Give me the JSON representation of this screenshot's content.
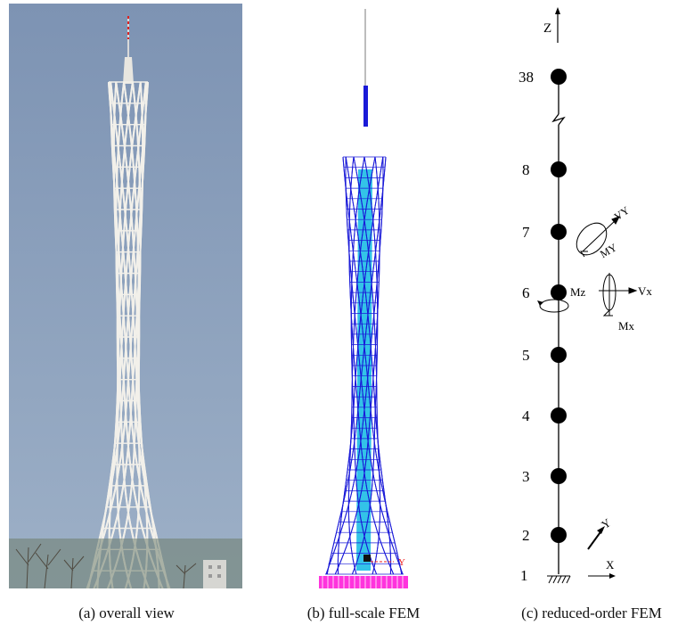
{
  "captions": {
    "a": "(a) overall view",
    "b": "(b) full-scale FEM",
    "c": "(c) reduced-order FEM"
  },
  "fem_labels": {
    "y_axis": "Y"
  },
  "reduced_model": {
    "z_axis": "Z",
    "x_axis": "X",
    "y_axis": "Y",
    "top_node": "38",
    "nodes": [
      "8",
      "7",
      "6",
      "5",
      "4",
      "3",
      "2"
    ],
    "base_node": "1",
    "forces": {
      "vy": "VY",
      "my": "MY",
      "mz": "Mz",
      "vx": "Vx",
      "mx": "Mx"
    }
  },
  "colors": {
    "sky": "#7f97b8",
    "lattice": "#f2f0ea",
    "fem_blue": "#1a1ad8",
    "fem_core": "#33c3e8",
    "fem_base": "#ff33dd",
    "node": "#000000"
  }
}
